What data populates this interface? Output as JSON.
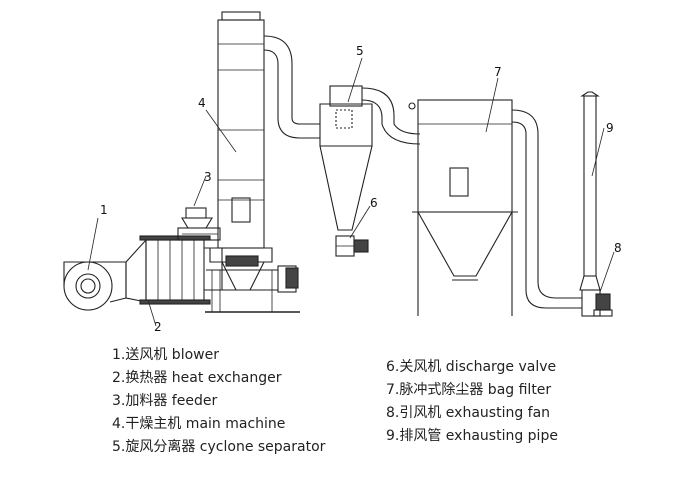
{
  "callouts": {
    "c1": "1",
    "c2": "2",
    "c3": "3",
    "c4": "4",
    "c5": "5",
    "c6": "6",
    "c7": "7",
    "c8": "8",
    "c9": "9"
  },
  "legend": {
    "left": [
      "1.送风机  blower",
      "2.换热器  heat exchanger",
      "3.加料器  feeder",
      "4.干燥主机  main machine",
      "5.旋风分离器  cyclone separator"
    ],
    "right": [
      "6.关风机  discharge valve",
      "7.脉冲式除尘器  bag filter",
      "8.引风机  exhausting fan",
      "9.排风管  exhausting pipe"
    ]
  },
  "colors": {
    "line": "#222222",
    "fill": "#ffffff",
    "shade": "#444444"
  }
}
